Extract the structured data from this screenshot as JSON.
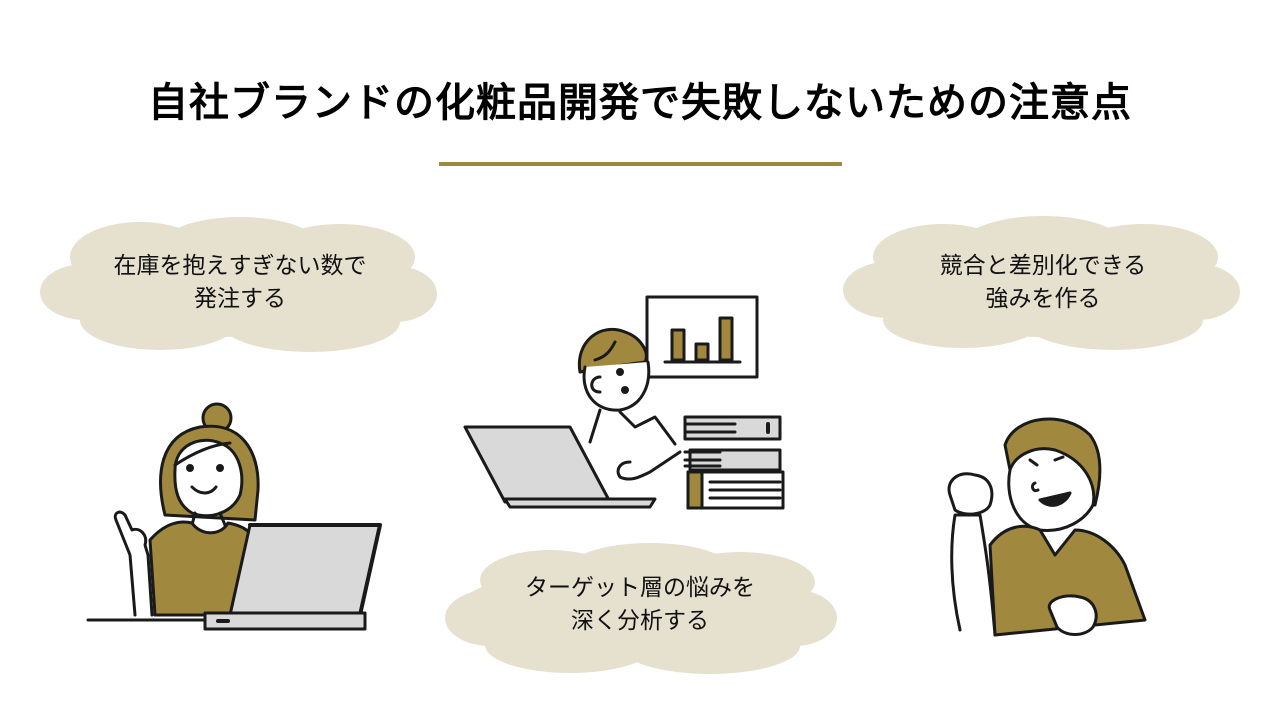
{
  "title": "自社ブランドの化粧品開発で失敗しないための注意点",
  "colors": {
    "accent": "#a0893e",
    "cloud": "#e6e0cf",
    "fill": "#a0893e",
    "screen": "#d9d9d9",
    "line": "#1a1a1a"
  },
  "points": [
    {
      "id": "left",
      "line1": "在庫を抱えすぎない数で",
      "line2": "発注する"
    },
    {
      "id": "right",
      "line1": "競合と差別化できる",
      "line2": "強みを作る"
    },
    {
      "id": "bottom",
      "line1": "ターゲット層の悩みを",
      "line2": "深く分析する"
    }
  ],
  "illustrations": [
    {
      "id": "woman-laptop",
      "icon": "woman-pointing-at-laptop"
    },
    {
      "id": "man-analyzing",
      "icon": "man-at-laptop-with-chart-and-books"
    },
    {
      "id": "man-fist",
      "icon": "man-fist-pump"
    }
  ]
}
